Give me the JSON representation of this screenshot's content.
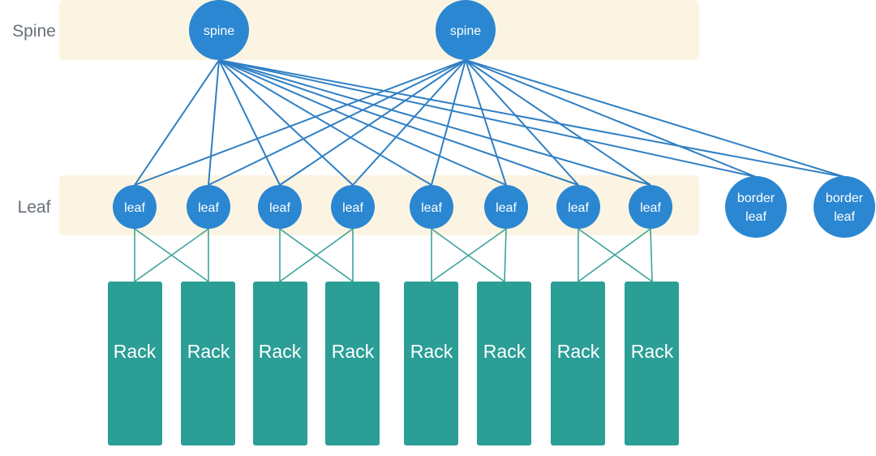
{
  "tiers": {
    "spine": "Spine",
    "leaf": "Leaf"
  },
  "spines": [
    {
      "label": "spine"
    },
    {
      "label": "spine"
    }
  ],
  "leaves": [
    {
      "label": "leaf"
    },
    {
      "label": "leaf"
    },
    {
      "label": "leaf"
    },
    {
      "label": "leaf"
    },
    {
      "label": "leaf"
    },
    {
      "label": "leaf"
    },
    {
      "label": "leaf"
    },
    {
      "label": "leaf"
    }
  ],
  "border_leaves": [
    {
      "line1": "border",
      "line2": "leaf"
    },
    {
      "line1": "border",
      "line2": "leaf"
    }
  ],
  "racks": [
    {
      "label": "Rack"
    },
    {
      "label": "Rack"
    },
    {
      "label": "Rack"
    },
    {
      "label": "Rack"
    },
    {
      "label": "Rack"
    },
    {
      "label": "Rack"
    },
    {
      "label": "Rack"
    },
    {
      "label": "Rack"
    }
  ],
  "colors": {
    "node": "#2b87d1",
    "rack": "#2b9e96",
    "band": "#fcf4e2",
    "spine_link": "#2f7fc4",
    "rack_link": "#3aa39b"
  }
}
